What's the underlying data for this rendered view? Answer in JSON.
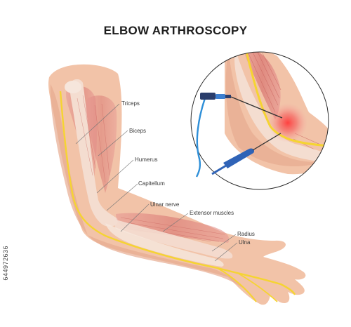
{
  "title": "ELBOW ARTHROSCOPY",
  "labels": {
    "triceps": "Triceps",
    "biceps": "Biceps",
    "humerus": "Humerus",
    "capitellum": "Capitellum",
    "ulnar_nerve": "Ulnar nerve",
    "extensor_muscles": "Extensor muscles",
    "radius": "Radius",
    "ulna": "Ulna"
  },
  "stock_id": "644972636",
  "colors": {
    "skin": "#f2c3a8",
    "skin_shadow": "#e7ab90",
    "muscle": "#e08a85",
    "bone": "#f4ddd0",
    "nerve": "#f5d432",
    "inflammation": "#f04a4a",
    "scope_cable": "#2e8fd8",
    "instrument": "#2f63b7"
  }
}
